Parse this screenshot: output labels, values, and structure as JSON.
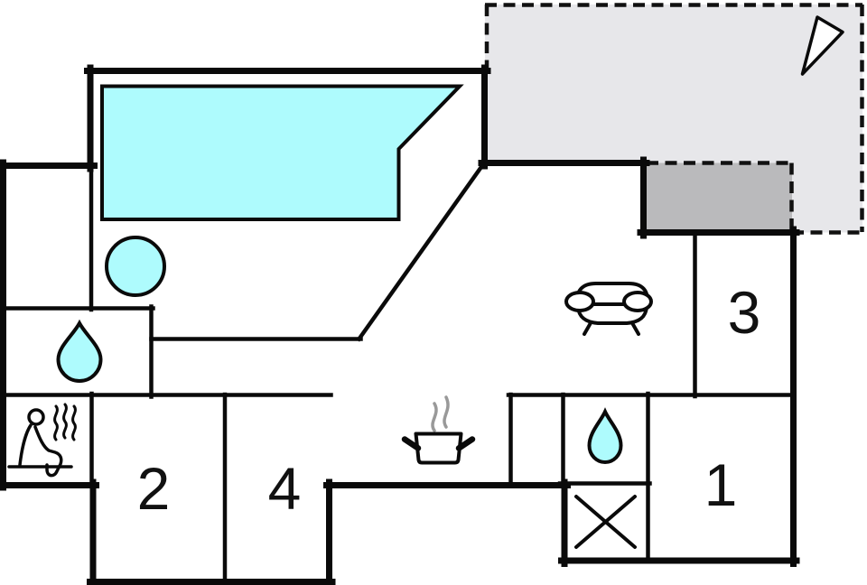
{
  "plan": {
    "rooms": [
      {
        "id": "room-1",
        "label": "1"
      },
      {
        "id": "room-2",
        "label": "2"
      },
      {
        "id": "room-3",
        "label": "3"
      },
      {
        "id": "room-4",
        "label": "4"
      }
    ],
    "icons": {
      "pool": "swimming-pool",
      "hot_tub": "hot-tub-circle",
      "shower_left": "water-drop",
      "shower_right": "water-drop",
      "sauna": "sauna-person-steam",
      "kitchen": "cooking-pot-steam",
      "living": "sofa",
      "storage": "x-mark",
      "compass": "north-arrow"
    },
    "colors": {
      "water": "#aefbfd",
      "terrace": "#e7e7ea",
      "terrace_covered": "#bababc",
      "wall": "#0a0a0a",
      "steam": "#999999"
    }
  }
}
